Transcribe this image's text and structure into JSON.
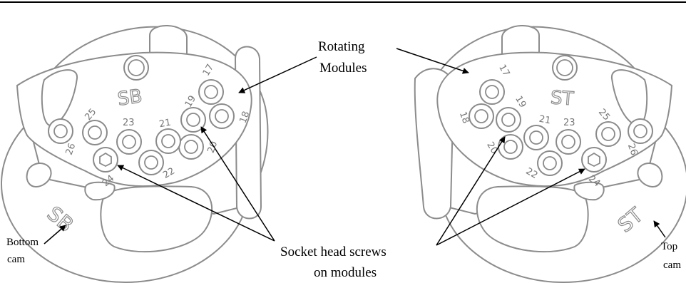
{
  "labels": {
    "rotating_line1": "Rotating",
    "rotating_line2": "Modules",
    "screws_line1": "Socket head screws",
    "screws_line2": "on modules",
    "bottom_line1": "Bottom",
    "bottom_line2": "cam",
    "top_line1": "Top",
    "top_line2": "cam"
  },
  "engravings": {
    "left_module": "SB",
    "left_cam": "SB",
    "right_module": "ST",
    "right_cam": "ST"
  },
  "left_numbers": [
    "17",
    "18",
    "19",
    "20",
    "21",
    "22",
    "23",
    "24",
    "25",
    "26"
  ],
  "right_numbers": [
    "17",
    "18",
    "19",
    "20",
    "21",
    "22",
    "23",
    "24",
    "25",
    "26"
  ],
  "colors": {
    "line": "#8c8c8c",
    "annotation": "#000000"
  }
}
